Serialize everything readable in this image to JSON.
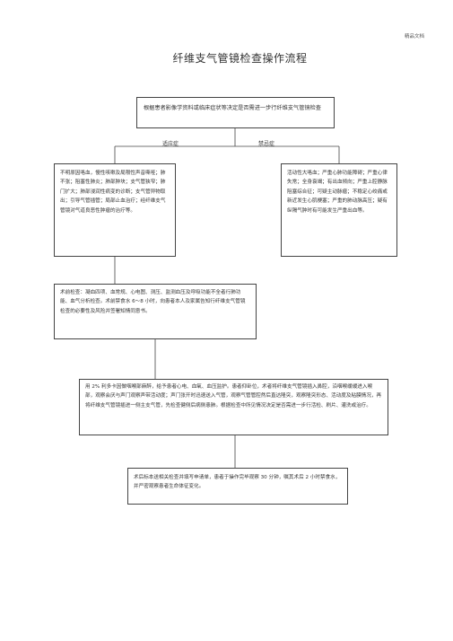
{
  "header": {
    "label": "精品文档"
  },
  "title": "纤维支气管镜检查操作流程",
  "flow": {
    "start": "根据患者影像学资料或临床症状等决定是否需进一步行纤维支气管镜检查",
    "branch_indication": "适应症",
    "branch_contraindication": "禁忌症",
    "indications": "不明原因咯血，慢性咳嗽及局限性声音嘶哑；肺不张；阻塞性肺炎；肺部肿块；支气管狭窄；肺门扩大；肺部浸润性病变的诊断；支气管异物取出；引导气管插管；局部止血治疗；经纤维支气管镜对气道良恶性肿瘤的治疗等。",
    "contraindications": "活动性大咯血；严重心肺功能障碍；严重心律失常；全身衰竭；有出血倾向；严重上腔静脉阻塞综合征；可疑主动脉瘤；不稳定心绞痛或新近发生心肌梗塞；严重的肺动脉高压；疑有纵隔气肿时有可能发生严重出血等。",
    "pre_exam": "术前检查：凝血四项、血常规、心电图、测压、监测血压及呼吸功能不全者行肺功能、血气分析检查。术前禁食水 6～8 小时，向患者本人及家属告知行纤维支气管镜检查的必要性及风险并签署知情同意书。",
    "procedure": "用 2% 利多卡因做咽喉部麻醉，给予患者心电、血氧、血压监护。患者仰卧位，术者将纤维支气管镜插入鼻腔，沿咽喉缓缓进入喉部，观察会厌与声门观察声带活动度；声门张开时迅速送入气管，观察气管管腔然后直达隆突，观察隆突形态、活动度及粘膜情况，再将纤维支气管镜插进一侧主支气管，先检查健侧后病侧患肺。根据检查中所见情况决定是否需进一步行活检、刷片、灌洗或治疗。",
    "post": "术后标本送相关检查并填写申请单，患者于操作完毕观察 30 分钟，嘱其术后 2 小时禁食水，并严密观察患者生命体征变化。"
  }
}
